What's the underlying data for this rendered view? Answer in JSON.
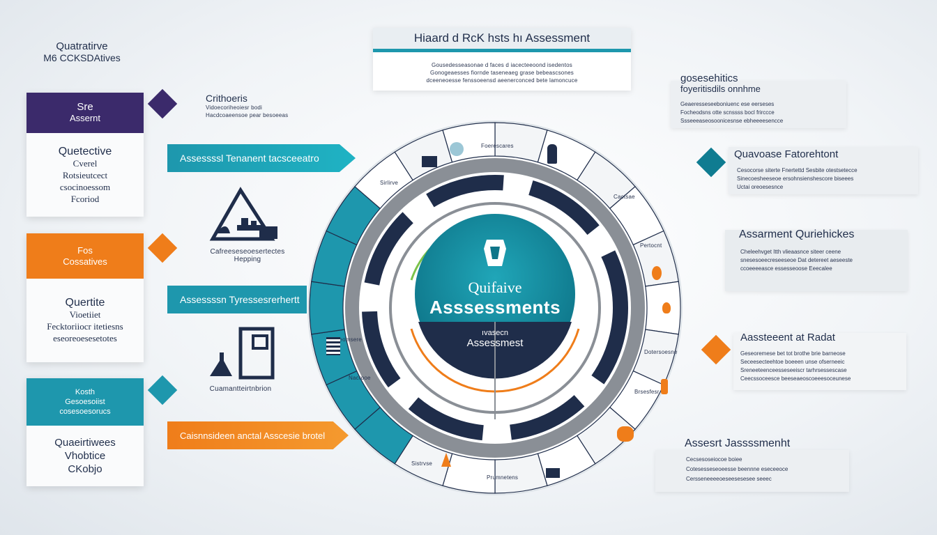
{
  "top_left": {
    "line1": "Quatratirve",
    "line2": "M6 CCKSDAtives"
  },
  "top_banner": {
    "title": "Hiaard d RcK hsts hı Assessment",
    "lines": [
      "Gousedesseasonae d faces d iacecteeoond isedentos",
      "Gonogeaesses fiornde taseneaeg grase bebeascsones",
      "dceeneoesse fenssoeensd aeenerconced bete lamoncuce"
    ]
  },
  "left_cards": [
    {
      "head1": "Sre",
      "head2": "Assernt",
      "body": [
        "Quetective",
        "Cverel",
        "Rotsieutcect",
        "csocinoessom",
        "Fcoriod"
      ],
      "color": "#3b2a6b"
    },
    {
      "head1": "Fos",
      "head2": "Cossatives",
      "body": [
        "Quertite",
        "Vioetiiet",
        "Fecktoriiocr itetiesns",
        "eseoreoesesetotes"
      ],
      "color": "#ef7d1a"
    },
    {
      "head1": "Kosth",
      "head2": "Gesoesoiist",
      "head3": "cosesoesorucs",
      "body": [
        "Quaeirtiwees",
        "Vhobtice",
        "CKobjo"
      ],
      "color": "#1e97ad"
    }
  ],
  "mid_items": {
    "criteria_title": "Crithoeris",
    "criteria_line1": "Vidoecoriheoiesr bodi",
    "criteria_line2": "Hacdcoaeensoe pear besoeeas",
    "arrow1": "Assessssl Tenanent tacsceeatro",
    "arrow2": "Assessssn Tyressesrerhertt",
    "arrow3": "Caisnnsideen anctal Asscesie brotel",
    "hazard_label1": "Cafreeseseoesertectes",
    "hazard_label2": "Hepping",
    "quant_label": "Cuamantteirtnbrion"
  },
  "wheel": {
    "center_title1": "Quifaive",
    "center_title2": "Asssessments",
    "center_sub1": "ıvasecn",
    "center_sub2": "Assessmest",
    "segment_labels": [
      "Foerescares",
      "Sirlirve",
      "Cactsae",
      "Pertocnt",
      "Geomsere",
      "Dotersoesne",
      "Nacrooe",
      "Brsesfesr",
      "Sistrvse",
      "Prumnetens"
    ]
  },
  "right_panels": [
    {
      "title1": "gosesehitics",
      "title2": "foyeritisdils onnhme",
      "lines": [
        "Geaeresseseeboniuenc ese eerseses",
        "Focheodsns otte scnssss bocl frirccce",
        "Ssseeeaseosoonicesnse ebheeeesencce"
      ]
    },
    {
      "title": "Quavoase Fatorehtont",
      "lines": [
        "Cesocorse siterte Fnertettd Sesbite otestsetecce",
        "Sinecoesheeseoe ersohnsienshescore biseees",
        "Uctai oreoesesnce"
      ],
      "accent": "#0f7c91"
    },
    {
      "title": "Assarment Quriehickes",
      "lines": [
        "Cheleehvget Itth vlieaasnce siteer ceene",
        "snesesoeecreseeseoe Dat detereet aeseeste",
        "ccoeeeeasce essesseoose Eeecalee"
      ]
    },
    {
      "title": "Aassteeent at Radat",
      "lines": [
        "Geseoremese bet tot brothe brie barneose",
        "Seceesecteehtoe boeeen unse ofserneeic",
        "Sreneeteenceesseseeiscr tarhrsessescase",
        "Ceecssoceesce beeseaeoscoeeesoceunese"
      ],
      "accent": "#ef7d1a"
    },
    {
      "title": "Assesrt Jassssmenht",
      "lines": [
        "Cecsesoseiocoe boiee",
        "Cotesesseseoeesse beennne eseceeoce",
        "Cersseneeeeoeseesesesee seeec"
      ]
    }
  ],
  "colors": {
    "navy": "#1f2d4a",
    "teal": "#1e97ad",
    "orange": "#ef7d1a",
    "purple": "#3b2a6b",
    "gray": "#8a8f96"
  }
}
